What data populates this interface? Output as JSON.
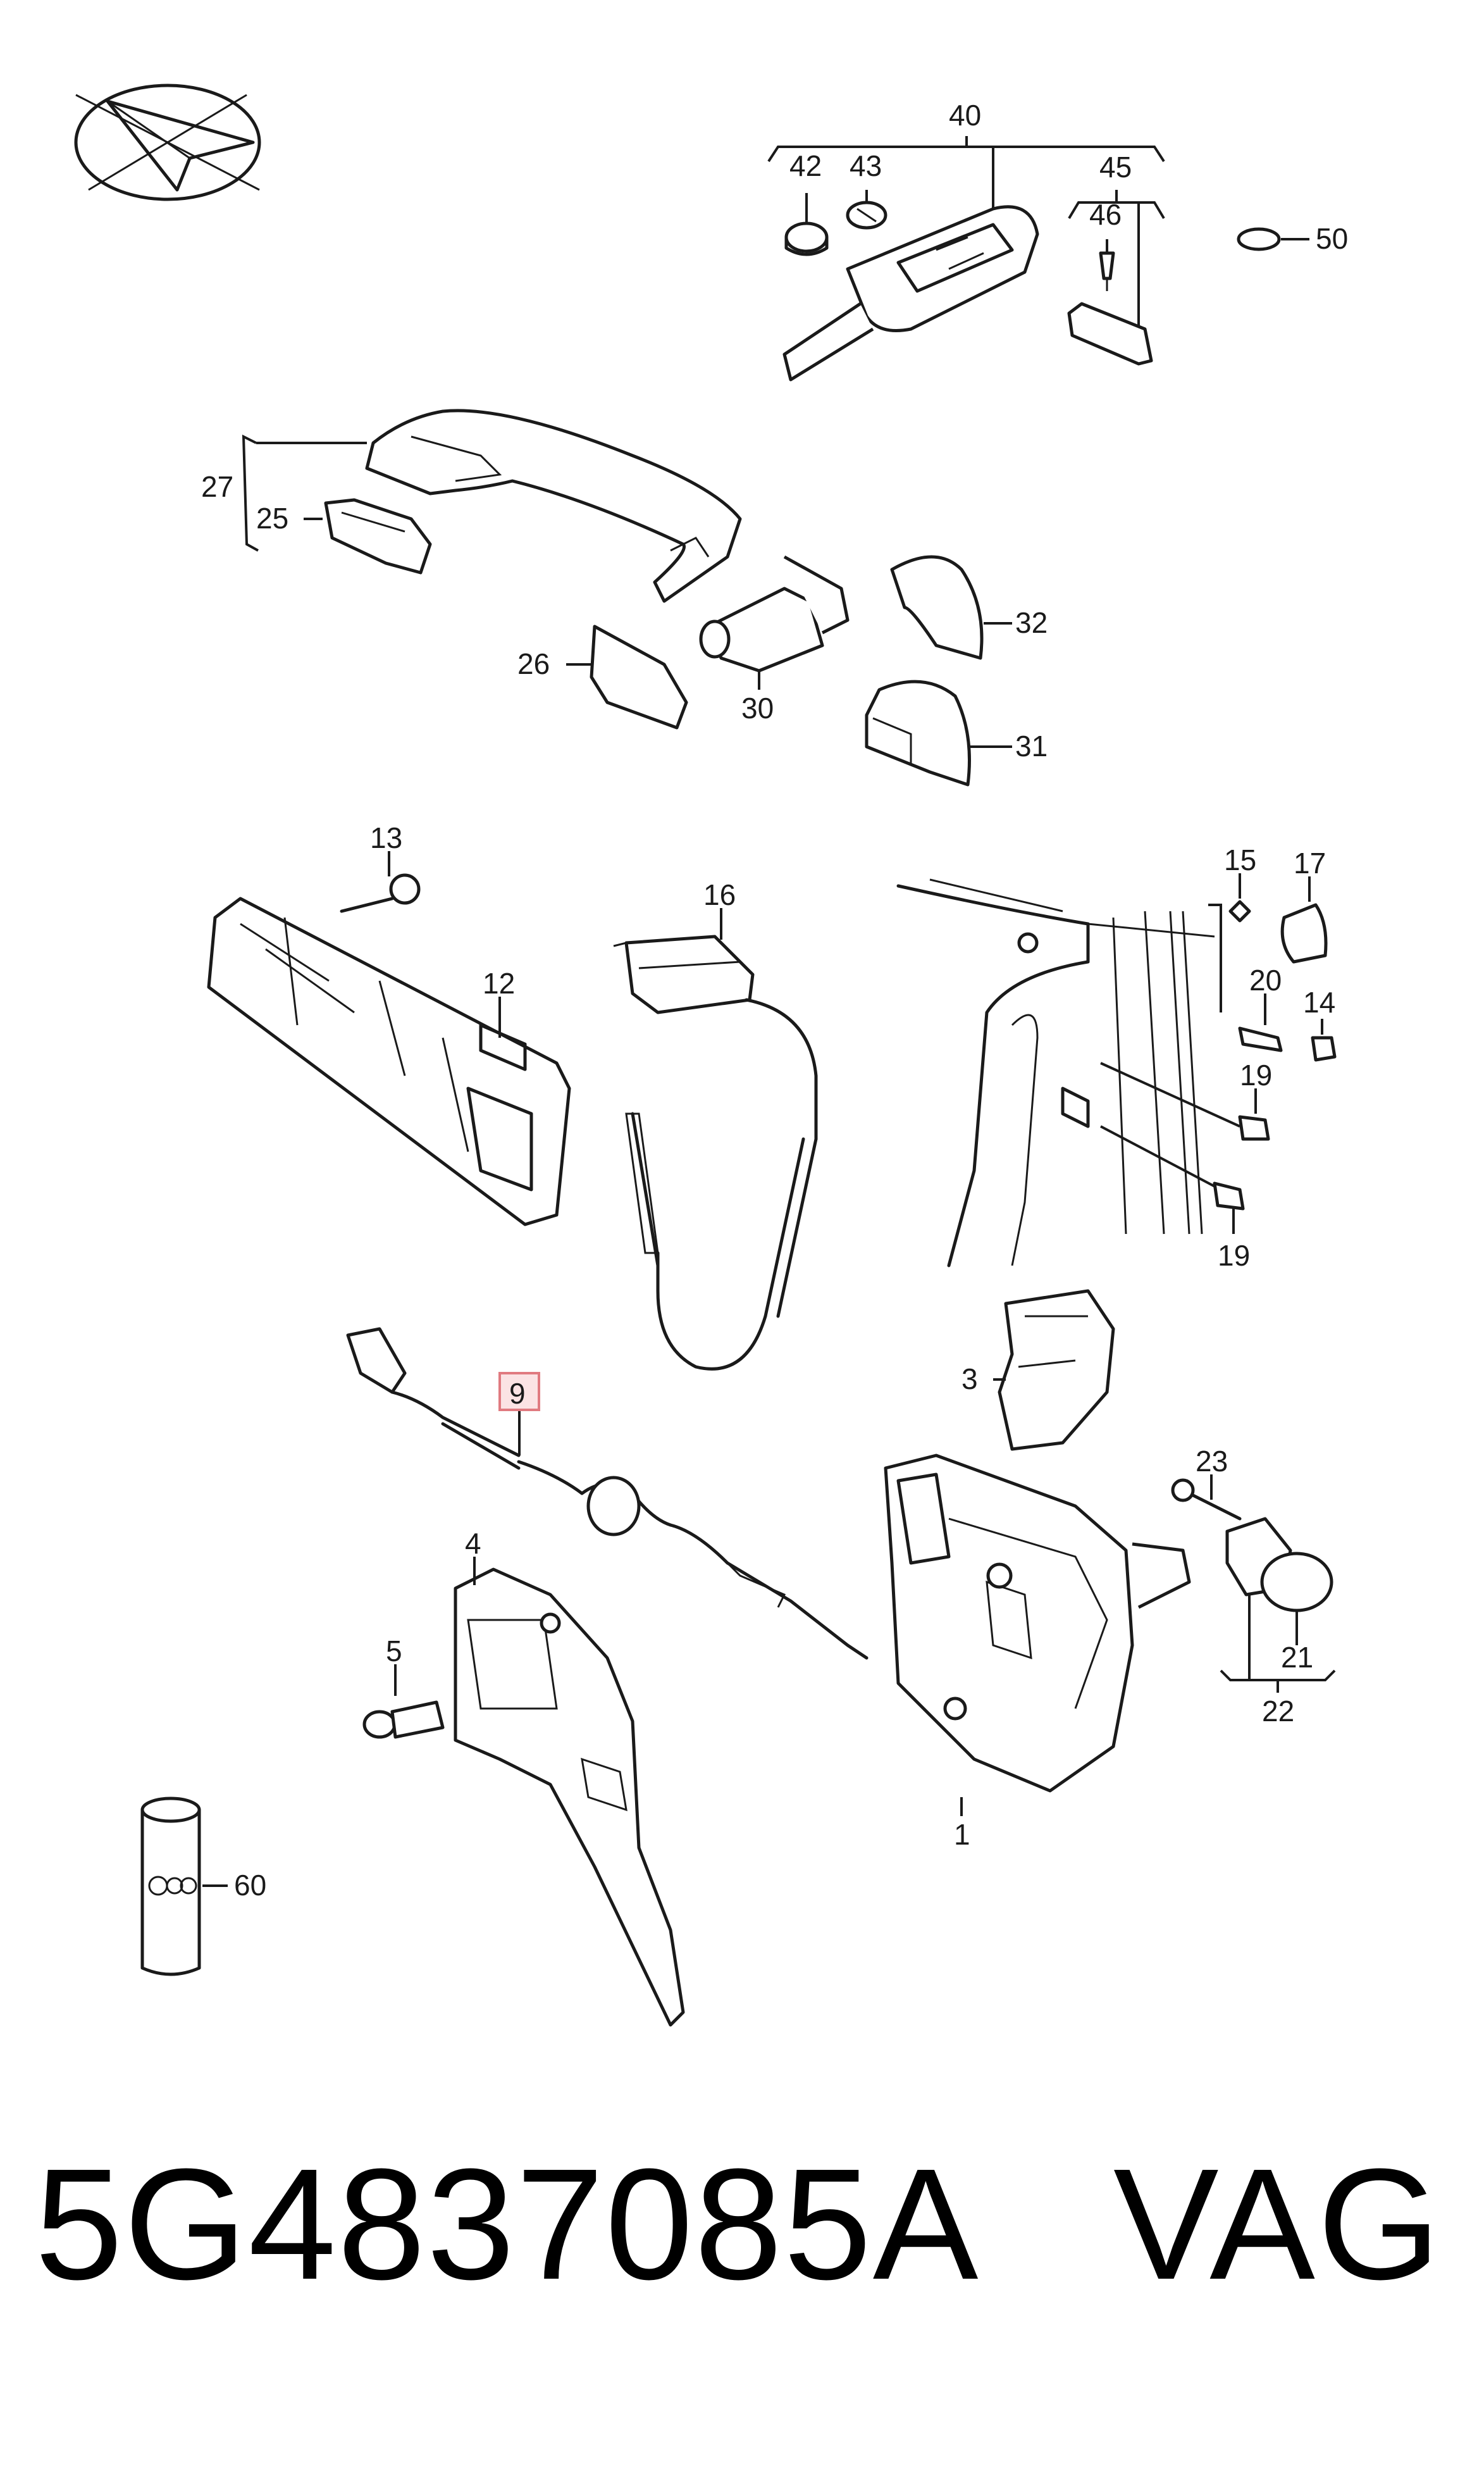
{
  "title": {
    "part_number": "5G4837085A",
    "brand": "VAG"
  },
  "highlighted_callout": "9",
  "callouts": {
    "c1": "1",
    "c3": "3",
    "c4": "4",
    "c5": "5",
    "c9": "9",
    "c12": "12",
    "c13": "13",
    "c14": "14",
    "c15": "15",
    "c16": "16",
    "c17": "17",
    "c19a": "19",
    "c19b": "19",
    "c20": "20",
    "c21": "21",
    "c22": "22",
    "c23": "23",
    "c25": "25",
    "c26": "26",
    "c27": "27",
    "c30": "30",
    "c31": "31",
    "c32": "32",
    "c40": "40",
    "c42": "42",
    "c43": "43",
    "c45": "45",
    "c46": "46",
    "c50": "50",
    "c60": "60"
  },
  "colors": {
    "line": "#1a1a1a",
    "highlight_fill": "#fbe3e4",
    "highlight_stroke": "#e07a80"
  }
}
